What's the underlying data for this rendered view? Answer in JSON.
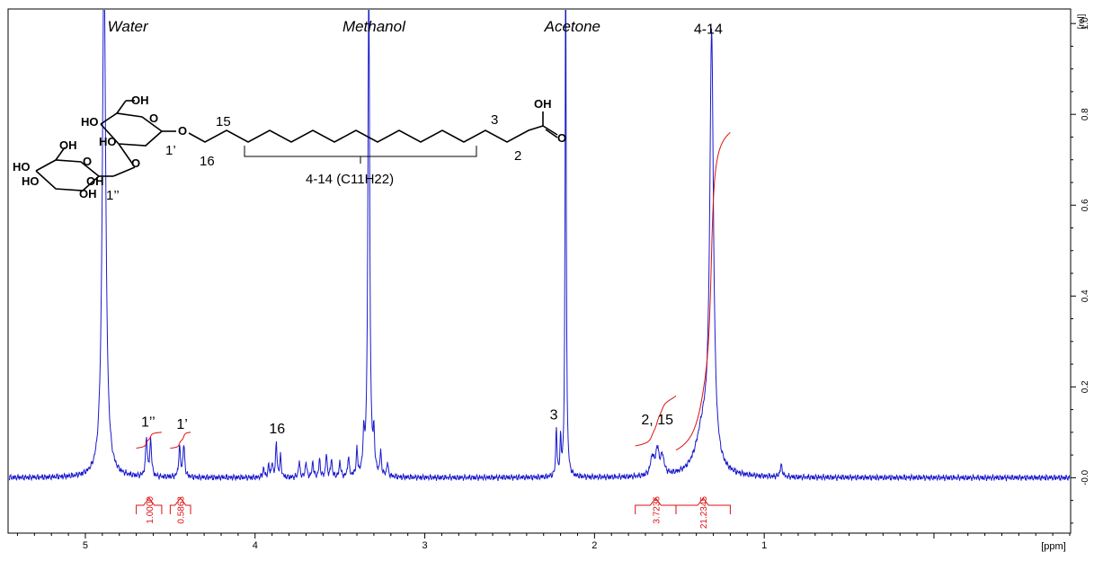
{
  "chart_data": {
    "type": "line",
    "xlabel": "[ppm]",
    "ylabel": "[rel]",
    "xlim": [
      5.45,
      -0.8
    ],
    "ylim": [
      -0.12,
      1.03
    ],
    "x_ticks": [
      {
        "value": 5,
        "label": "5"
      },
      {
        "value": 4,
        "label": "4"
      },
      {
        "value": 3,
        "label": "3"
      },
      {
        "value": 2,
        "label": "2"
      },
      {
        "value": 1,
        "label": "1"
      }
    ],
    "y_ticks": [
      {
        "value": 1.0,
        "label": "1.0"
      },
      {
        "value": 0.8,
        "label": "0.8"
      },
      {
        "value": 0.6,
        "label": "0.6"
      },
      {
        "value": 0.4,
        "label": "0.4"
      },
      {
        "value": 0.2,
        "label": "0.2"
      },
      {
        "value": 0.0,
        "label": "-0.0"
      }
    ],
    "colors": {
      "spectrum": "#1a1acc",
      "integral": "#dd1111",
      "axis": "#000000"
    },
    "peaks": [
      {
        "ppm": 4.89,
        "height": 1.15,
        "width": 0.012
      },
      {
        "ppm": 4.64,
        "height": 0.085,
        "width": 0.006
      },
      {
        "ppm": 4.615,
        "height": 0.08,
        "width": 0.006
      },
      {
        "ppm": 4.445,
        "height": 0.065,
        "width": 0.006
      },
      {
        "ppm": 4.42,
        "height": 0.07,
        "width": 0.006
      },
      {
        "ppm": 3.95,
        "height": 0.02,
        "width": 0.005
      },
      {
        "ppm": 3.92,
        "height": 0.025,
        "width": 0.005
      },
      {
        "ppm": 3.9,
        "height": 0.03,
        "width": 0.005
      },
      {
        "ppm": 3.875,
        "height": 0.075,
        "width": 0.005
      },
      {
        "ppm": 3.85,
        "height": 0.045,
        "width": 0.005
      },
      {
        "ppm": 3.74,
        "height": 0.035,
        "width": 0.005
      },
      {
        "ppm": 3.7,
        "height": 0.035,
        "width": 0.005
      },
      {
        "ppm": 3.66,
        "height": 0.035,
        "width": 0.005
      },
      {
        "ppm": 3.62,
        "height": 0.04,
        "width": 0.005
      },
      {
        "ppm": 3.58,
        "height": 0.05,
        "width": 0.005
      },
      {
        "ppm": 3.55,
        "height": 0.04,
        "width": 0.005
      },
      {
        "ppm": 3.5,
        "height": 0.035,
        "width": 0.005
      },
      {
        "ppm": 3.45,
        "height": 0.045,
        "width": 0.005
      },
      {
        "ppm": 3.4,
        "height": 0.055,
        "width": 0.005
      },
      {
        "ppm": 3.36,
        "height": 0.08,
        "width": 0.005
      },
      {
        "ppm": 3.33,
        "height": 1.15,
        "width": 0.006
      },
      {
        "ppm": 3.3,
        "height": 0.08,
        "width": 0.005
      },
      {
        "ppm": 3.26,
        "height": 0.05,
        "width": 0.005
      },
      {
        "ppm": 3.22,
        "height": 0.03,
        "width": 0.005
      },
      {
        "ppm": 2.225,
        "height": 0.11,
        "width": 0.004
      },
      {
        "ppm": 2.2,
        "height": 0.08,
        "width": 0.004
      },
      {
        "ppm": 2.17,
        "height": 1.15,
        "width": 0.004
      },
      {
        "ppm": 1.66,
        "height": 0.04,
        "width": 0.012
      },
      {
        "ppm": 1.63,
        "height": 0.055,
        "width": 0.012
      },
      {
        "ppm": 1.6,
        "height": 0.04,
        "width": 0.012
      },
      {
        "ppm": 1.31,
        "height": 0.94,
        "width": 0.013
      },
      {
        "ppm": 1.36,
        "height": 0.1,
        "width": 0.05
      },
      {
        "ppm": 0.9,
        "height": 0.025,
        "width": 0.008
      }
    ],
    "integrals": [
      {
        "from": 4.7,
        "to": 4.55,
        "value": "1.0000"
      },
      {
        "from": 4.5,
        "to": 4.38,
        "value": "0.5863"
      },
      {
        "from": 1.76,
        "to": 1.52,
        "value": "3.7236"
      },
      {
        "from": 1.52,
        "to": 1.2,
        "value": "21.2345"
      }
    ],
    "peak_labels": [
      {
        "text": "1’’",
        "ppm": 4.63,
        "y": 0.105
      },
      {
        "text": "1’",
        "ppm": 4.43,
        "y": 0.1
      },
      {
        "text": "16",
        "ppm": 3.87,
        "y": 0.09
      },
      {
        "text": "3",
        "ppm": 2.24,
        "y": 0.12
      },
      {
        "text": "2, 15",
        "ppm": 1.63,
        "y": 0.11
      },
      {
        "text": "4-14",
        "ppm": 1.33,
        "y": 0.97
      }
    ],
    "solvent_labels": [
      {
        "text": "Water",
        "ppm": 4.75
      },
      {
        "text": "Methanol",
        "ppm": 3.3
      },
      {
        "text": "Acetone",
        "ppm": 2.13
      }
    ],
    "structure": {
      "oh_labels": [
        "OH",
        "HO",
        "HO",
        "OH",
        "HO",
        "HO",
        "OH",
        "OH"
      ],
      "ring_o": [
        "O",
        "O",
        "O",
        "O"
      ],
      "positions": [
        "1’",
        "1’’",
        "15",
        "16",
        "3",
        "2"
      ],
      "chain_label": "4-14 (C11H22)",
      "acid_oh": "OH",
      "acid_o": "O"
    }
  }
}
